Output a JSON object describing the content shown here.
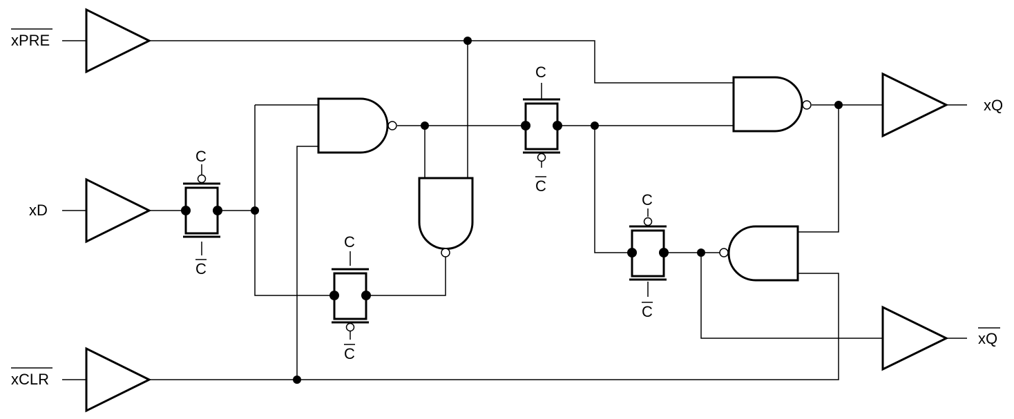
{
  "inputs": {
    "pre": "xPRE",
    "d": "xD",
    "clr": "xCLR"
  },
  "outputs": {
    "q": "xQ",
    "qbar": "xQ"
  },
  "clock": {
    "c": "C",
    "cbar": "C"
  }
}
